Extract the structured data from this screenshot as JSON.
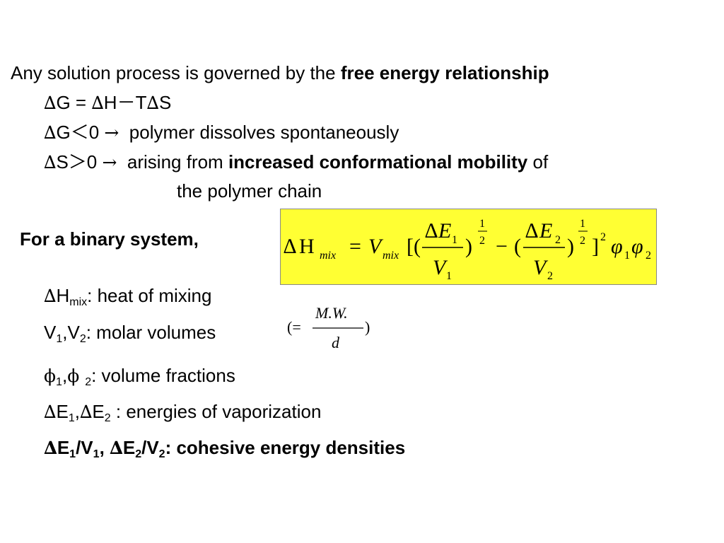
{
  "intro": {
    "text_prefix": "Any solution process is governed by the ",
    "text_bold": "free energy relationship"
  },
  "eq1": {
    "symbol": "∆",
    "text": "G = ",
    "symbol2": "∆",
    "text2": "H－T",
    "symbol3": "∆",
    "text3": "S"
  },
  "eq2": {
    "symbol": "∆",
    "text": "G＜0 ",
    "arrow": "→",
    "text2": "  polymer dissolves spontaneously"
  },
  "eq3": {
    "symbol": "∆",
    "text": "S＞0 ",
    "arrow": "→",
    "text2": "  arising from ",
    "text_bold": "increased conformational mobility",
    "text3": " of",
    "continuation": "the polymer chain"
  },
  "binary": {
    "label": "For a binary system,"
  },
  "formula": {
    "lhs_delta": "∆",
    "lhs_H": "H",
    "lhs_sub": "mix",
    "equals": "=",
    "V": "V",
    "V_sub": "mix",
    "open": "[(",
    "num1_delta": "∆",
    "num1_E": "E",
    "num1_sub": "1",
    "den1_V": "V",
    "den1_sub": "1",
    "close1": ")",
    "exp_num": "1",
    "exp_den": "2",
    "minus": "−",
    "open2": "(",
    "num2_delta": "∆",
    "num2_E": "E",
    "num2_sub": "2",
    "den2_V": "V",
    "den2_sub": "2",
    "close2": ")",
    "close_bracket": "]",
    "outer_exp": "2",
    "phi": "φ",
    "phi1_sub": "1",
    "phi2_sub": "2"
  },
  "definitions": {
    "hmix": {
      "symbol": "∆",
      "main": "H",
      "sub": "mix",
      "desc": ": heat of mixing"
    },
    "volumes": {
      "v1": "V",
      "s1": "1",
      "comma": ",V",
      "s2": "2",
      "desc": ": molar volumes"
    },
    "mw_note": {
      "open": "(=",
      "numerator": "M.W.",
      "close": ")",
      "denominator": "d"
    },
    "fractions": {
      "phi": "ϕ",
      "s1": "1",
      "comma": ",",
      "phi2": "ϕ ",
      "s2": "2",
      "desc": ": volume fractions"
    },
    "energies": {
      "symbol": "∆",
      "e1": "E",
      "s1": "1",
      "comma": ",",
      "symbol2": "∆",
      "e2": "E",
      "s2": "2",
      "desc": " : energies of vaporization"
    },
    "ced": {
      "symbol": "∆",
      "e1": "E",
      "s1": "1",
      "slash1": "/V",
      "sv1": "1",
      "comma": ", ",
      "symbol2": "∆",
      "e2": "E",
      "s2": "2",
      "slash2": "/V",
      "sv2": "2",
      "desc": ": cohesive energy densities"
    }
  }
}
